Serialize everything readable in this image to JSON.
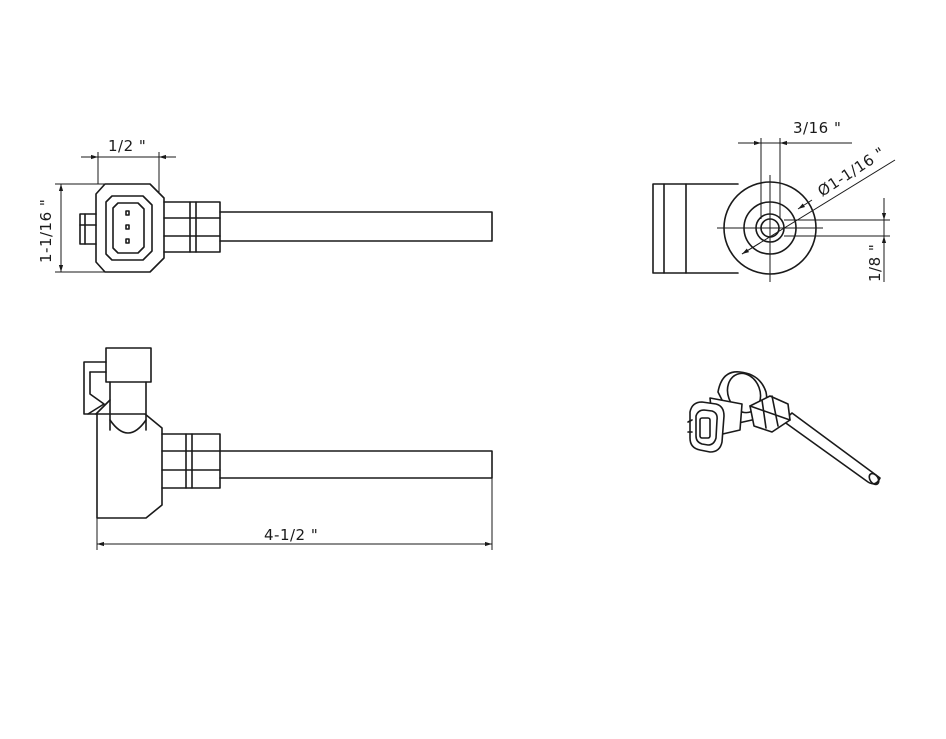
{
  "dimensions": {
    "connector_width": "1/2 \"",
    "body_height": "1-1/16 \"",
    "overall_length": "4-1/2 \"",
    "port_width": "3/16 \"",
    "flange_diameter": "Ø1-1/16 \"",
    "bore": "1/8 \""
  },
  "colors": {
    "line": "#1a1a1a",
    "background": "#ffffff"
  }
}
